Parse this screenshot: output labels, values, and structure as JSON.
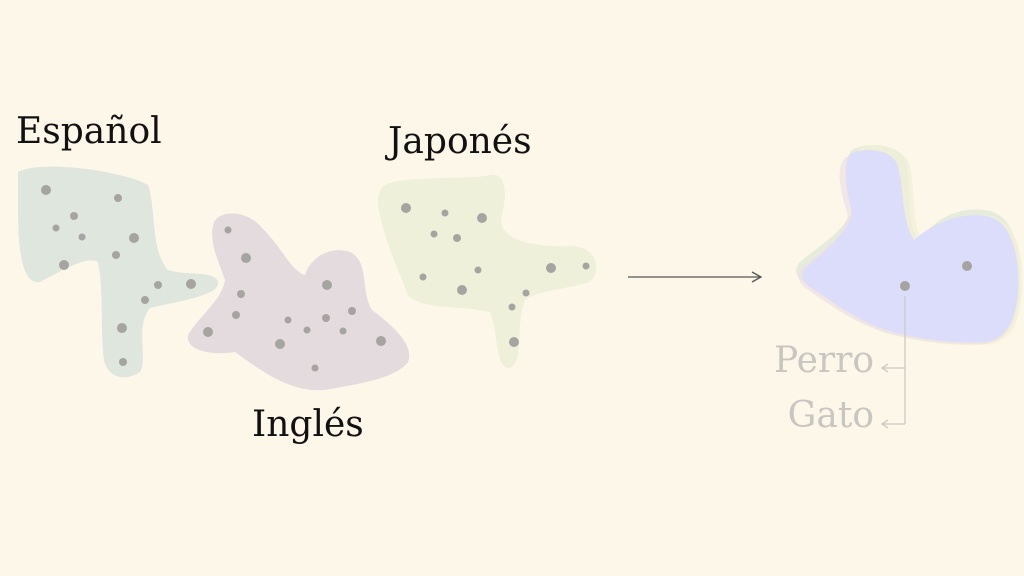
{
  "labels": {
    "spanish": "Español",
    "english": "Inglés",
    "japanese": "Japonés"
  },
  "words": {
    "first": "Perro",
    "second": "Gato"
  },
  "colors": {
    "background": "#fdf7ea",
    "spanish_blob": "#dfe6dd",
    "english_blob": "#e3dbde",
    "japanese_blob": "#eef0da",
    "merged_blob": "#dcdcfb",
    "points": "#a6a4a0",
    "arrow": "#555555",
    "faded_text": "#c8c6c0"
  }
}
